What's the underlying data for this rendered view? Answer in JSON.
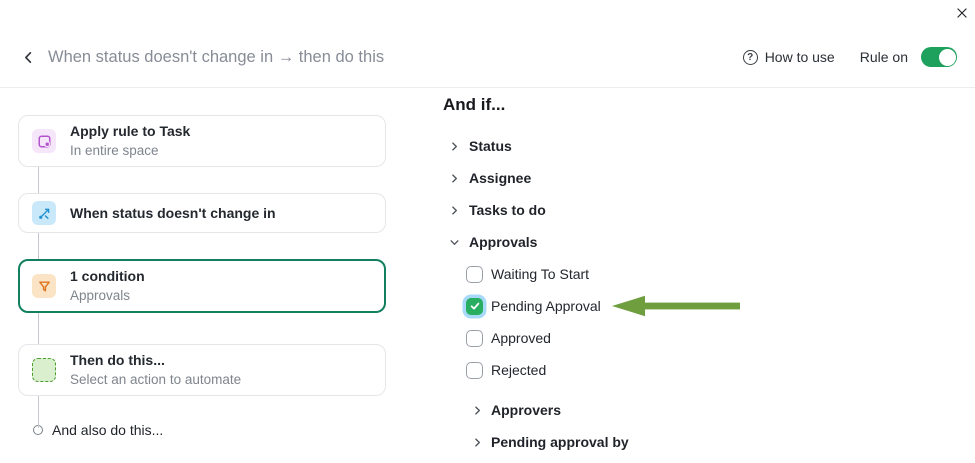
{
  "header": {
    "title": "When status doesn't change in → then do this",
    "help_label": "How to use",
    "rule_toggle_label": "Rule on",
    "rule_toggle_state": "on"
  },
  "workflow": {
    "steps": [
      {
        "icon": "task-note-icon",
        "title": "Apply rule to Task",
        "subtitle": "In entire space",
        "selected": false
      },
      {
        "icon": "status-change-icon",
        "title": "When status doesn't change in",
        "selected": false
      },
      {
        "icon": "filter-funnel-icon",
        "title": "1 condition",
        "subtitle": "Approvals",
        "selected": true
      },
      {
        "icon": "action-placeholder-icon",
        "title": "Then do this...",
        "subtitle": "Select an action to automate",
        "selected": false
      }
    ],
    "add_more_label": "And also do this..."
  },
  "conditions": {
    "heading": "And if...",
    "groups": [
      {
        "label": "Status",
        "expanded": false
      },
      {
        "label": "Assignee",
        "expanded": false
      },
      {
        "label": "Tasks to do",
        "expanded": false
      },
      {
        "label": "Approvals",
        "expanded": true
      }
    ],
    "approval_options": [
      {
        "label": "Waiting To Start",
        "checked": false
      },
      {
        "label": "Pending Approval",
        "checked": true,
        "annotated": true
      },
      {
        "label": "Approved",
        "checked": false
      },
      {
        "label": "Rejected",
        "checked": false
      }
    ],
    "subgroups": [
      {
        "label": "Approvers",
        "expanded": false
      },
      {
        "label": "Pending approval by",
        "expanded": false
      }
    ]
  },
  "colors": {
    "accent_green_toggle": "#1fa15e",
    "selected_card_border": "#12805f",
    "checkbox_checked_green": "#27ae60",
    "focus_halo_blue": "#a8d9f8",
    "annotation_arrow_green": "#6f9e3e",
    "muted_title_gray": "#878c96"
  }
}
